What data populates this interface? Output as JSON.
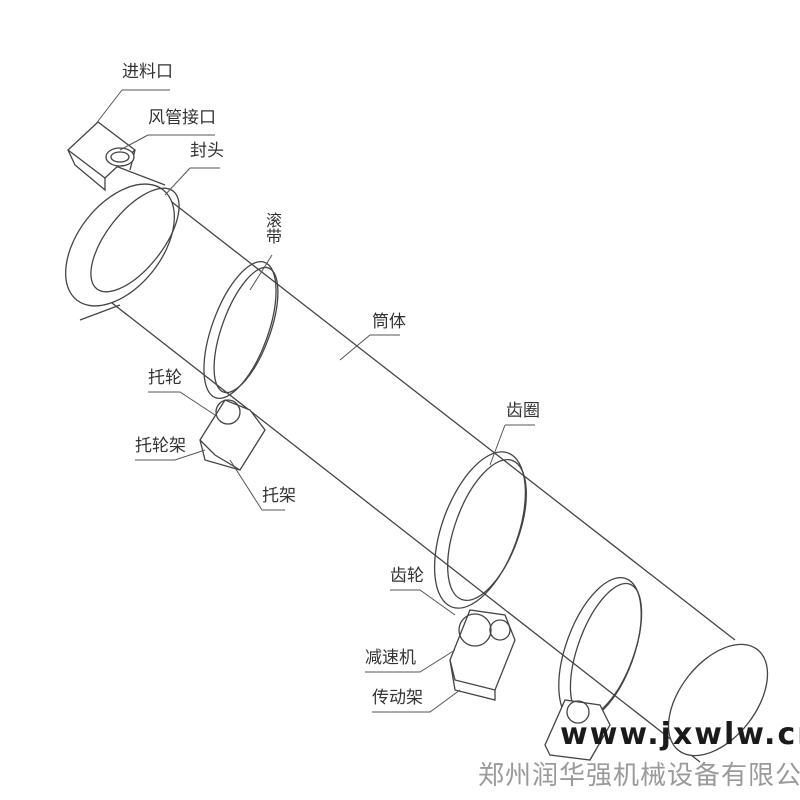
{
  "labels": {
    "feed_inlet": "进料口",
    "air_duct_port": "风管接口",
    "end_cover": "封头",
    "tire_ring": "滚带",
    "shell": "筒体",
    "support_roller": "托轮",
    "gear_ring": "齿圈",
    "roller_frame": "托轮架",
    "bracket": "托架",
    "pinion": "齿轮",
    "reducer": "减速机",
    "drive_frame": "传动架"
  },
  "watermark": {
    "company": "郑州润华强机械设备有限公司",
    "url": "www.jxwlw.cn"
  }
}
